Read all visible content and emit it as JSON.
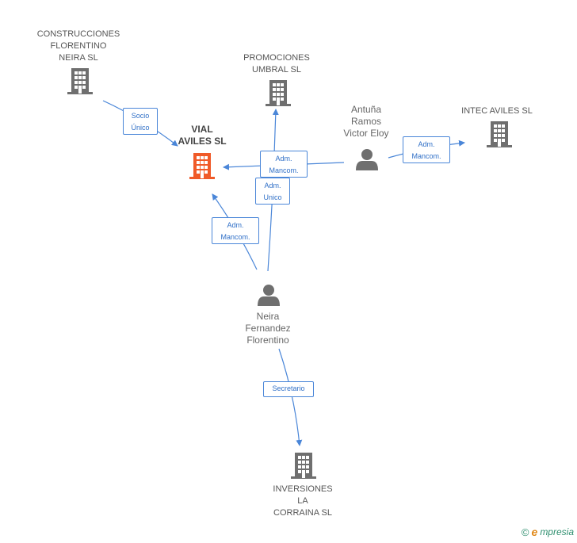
{
  "nodes": {
    "construcciones": {
      "label": "CONSTRUCCIONES\nFLORENTINO\nNEIRA  SL",
      "icon": "building-icon"
    },
    "promociones": {
      "label": "PROMOCIONES\nUMBRAL SL",
      "icon": "building-icon"
    },
    "vial": {
      "label": "VIAL\nAVILES SL",
      "icon": "building-icon"
    },
    "antuna": {
      "label": "Antuña\nRamos\nVictor Eloy",
      "icon": "person-icon"
    },
    "intec": {
      "label": "INTEC AVILES SL",
      "icon": "building-icon"
    },
    "neira": {
      "label": "Neira\nFernandez\nFlorentino",
      "icon": "person-icon"
    },
    "inversiones": {
      "label": "INVERSIONES\nLA\nCORRAINA SL",
      "icon": "building-icon"
    }
  },
  "edges": {
    "socio_unico": "Socio\nÚnico",
    "adm_mancom_antuna_vial": "Adm.\nMancom.",
    "adm_unico": "Adm.\nUnico",
    "adm_mancom_antuna_intec": "Adm.\nMancom.",
    "adm_mancom_neira_vial": "Adm.\nMancom.",
    "secretario": "Secretario"
  },
  "footer": {
    "copyright": "©",
    "brand_initial": "e",
    "brand_rest": "mpresia"
  },
  "colors": {
    "edge": "#4a86d8",
    "main_node": "#f05a28",
    "node": "#6f6f6f"
  }
}
